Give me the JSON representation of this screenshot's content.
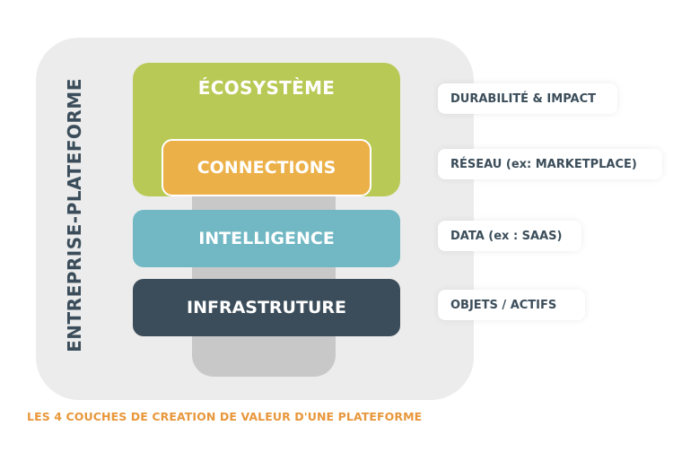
{
  "diagram": {
    "vertical_title": "ENTREPRISE-PLATEFORME",
    "layers": [
      {
        "label": "ÉCOSYSTÈME",
        "color": "#b9c955"
      },
      {
        "label": "CONNECTIONS",
        "color": "#ecb048"
      },
      {
        "label": "INTELLIGENCE",
        "color": "#71b8c4"
      },
      {
        "label": "INFRASTRUTURE",
        "color": "#3b4d5a"
      }
    ],
    "side_labels": [
      "DURABILITÉ & IMPACT",
      "RÉSEAU (ex: MARKETPLACE)",
      "DATA (ex : SAAS)",
      "OBJETS / ACTIFS"
    ],
    "caption": "LES 4 COUCHES DE CREATION DE VALEUR D'UNE PLATEFORME",
    "caption_color": "#e8973b",
    "text_color": "#3b4d5a"
  }
}
